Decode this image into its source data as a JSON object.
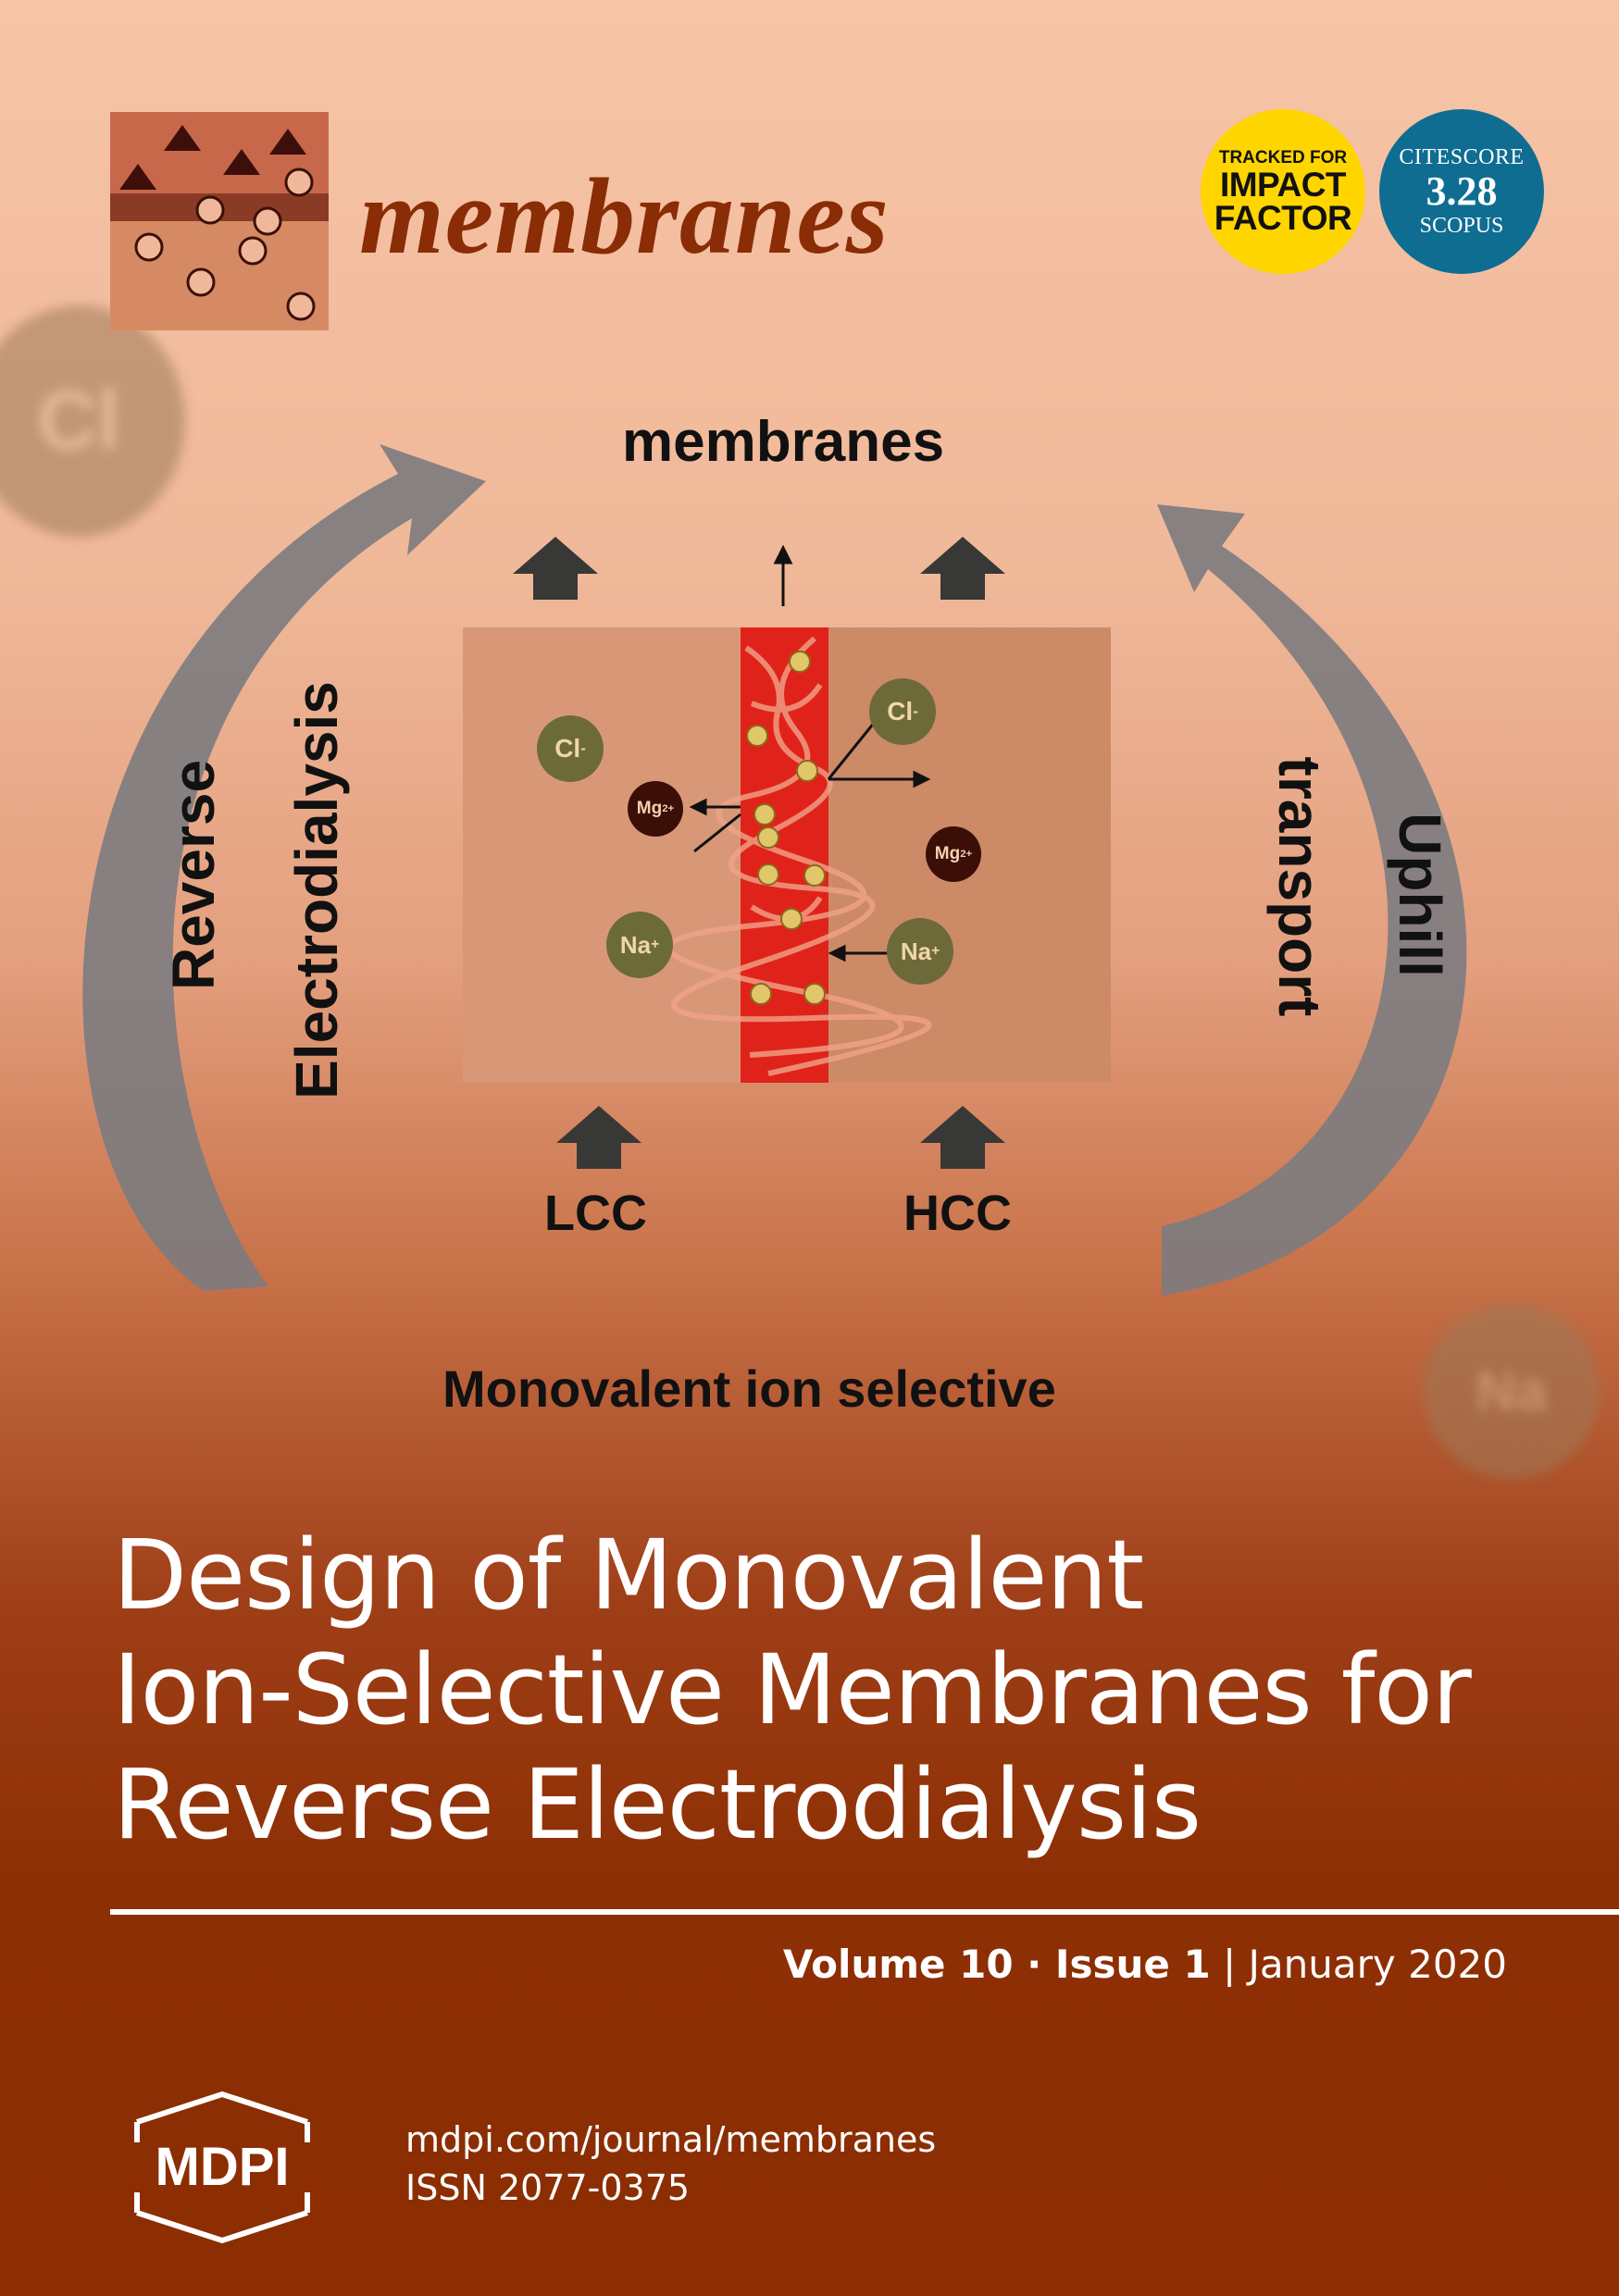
{
  "journal": {
    "name": "membranes",
    "badge_impact": {
      "line1": "TRACKED FOR",
      "line2": "IMPACT",
      "line3": "FACTOR",
      "color": "#ffd500"
    },
    "badge_citescore": {
      "line1": "CITESCORE",
      "value": "3.28",
      "line3": "SCOPUS",
      "color": "#0f6d92"
    }
  },
  "diagram": {
    "top_label": "membranes",
    "left_label_1": "Reverse",
    "left_label_2": "Electrodialysis",
    "right_label_1": "Uphill",
    "right_label_2": "transport",
    "bottom_left_label": "LCC",
    "bottom_right_label": "HCC",
    "bottom_label": "Monovalent ion selective",
    "ions": {
      "cl": "Cl",
      "cl_charge": "-",
      "mg": "Mg",
      "mg_charge": "2+",
      "na": "Na",
      "na_charge": "+"
    },
    "bg_bubble_cl": "Cl",
    "bg_bubble_na": "Na"
  },
  "article": {
    "title_line1": "Design of Monovalent",
    "title_line2": "Ion-Selective Membranes for",
    "title_line3": "Reverse Electrodialysis"
  },
  "issue": {
    "volume": "Volume 10",
    "separator": " · ",
    "issue": "Issue 1",
    "divider": " | ",
    "date": "January 2020"
  },
  "publisher": {
    "logo_text": "MDPI",
    "url": "mdpi.com/journal/membranes",
    "issn": "ISSN 2077-0375"
  }
}
